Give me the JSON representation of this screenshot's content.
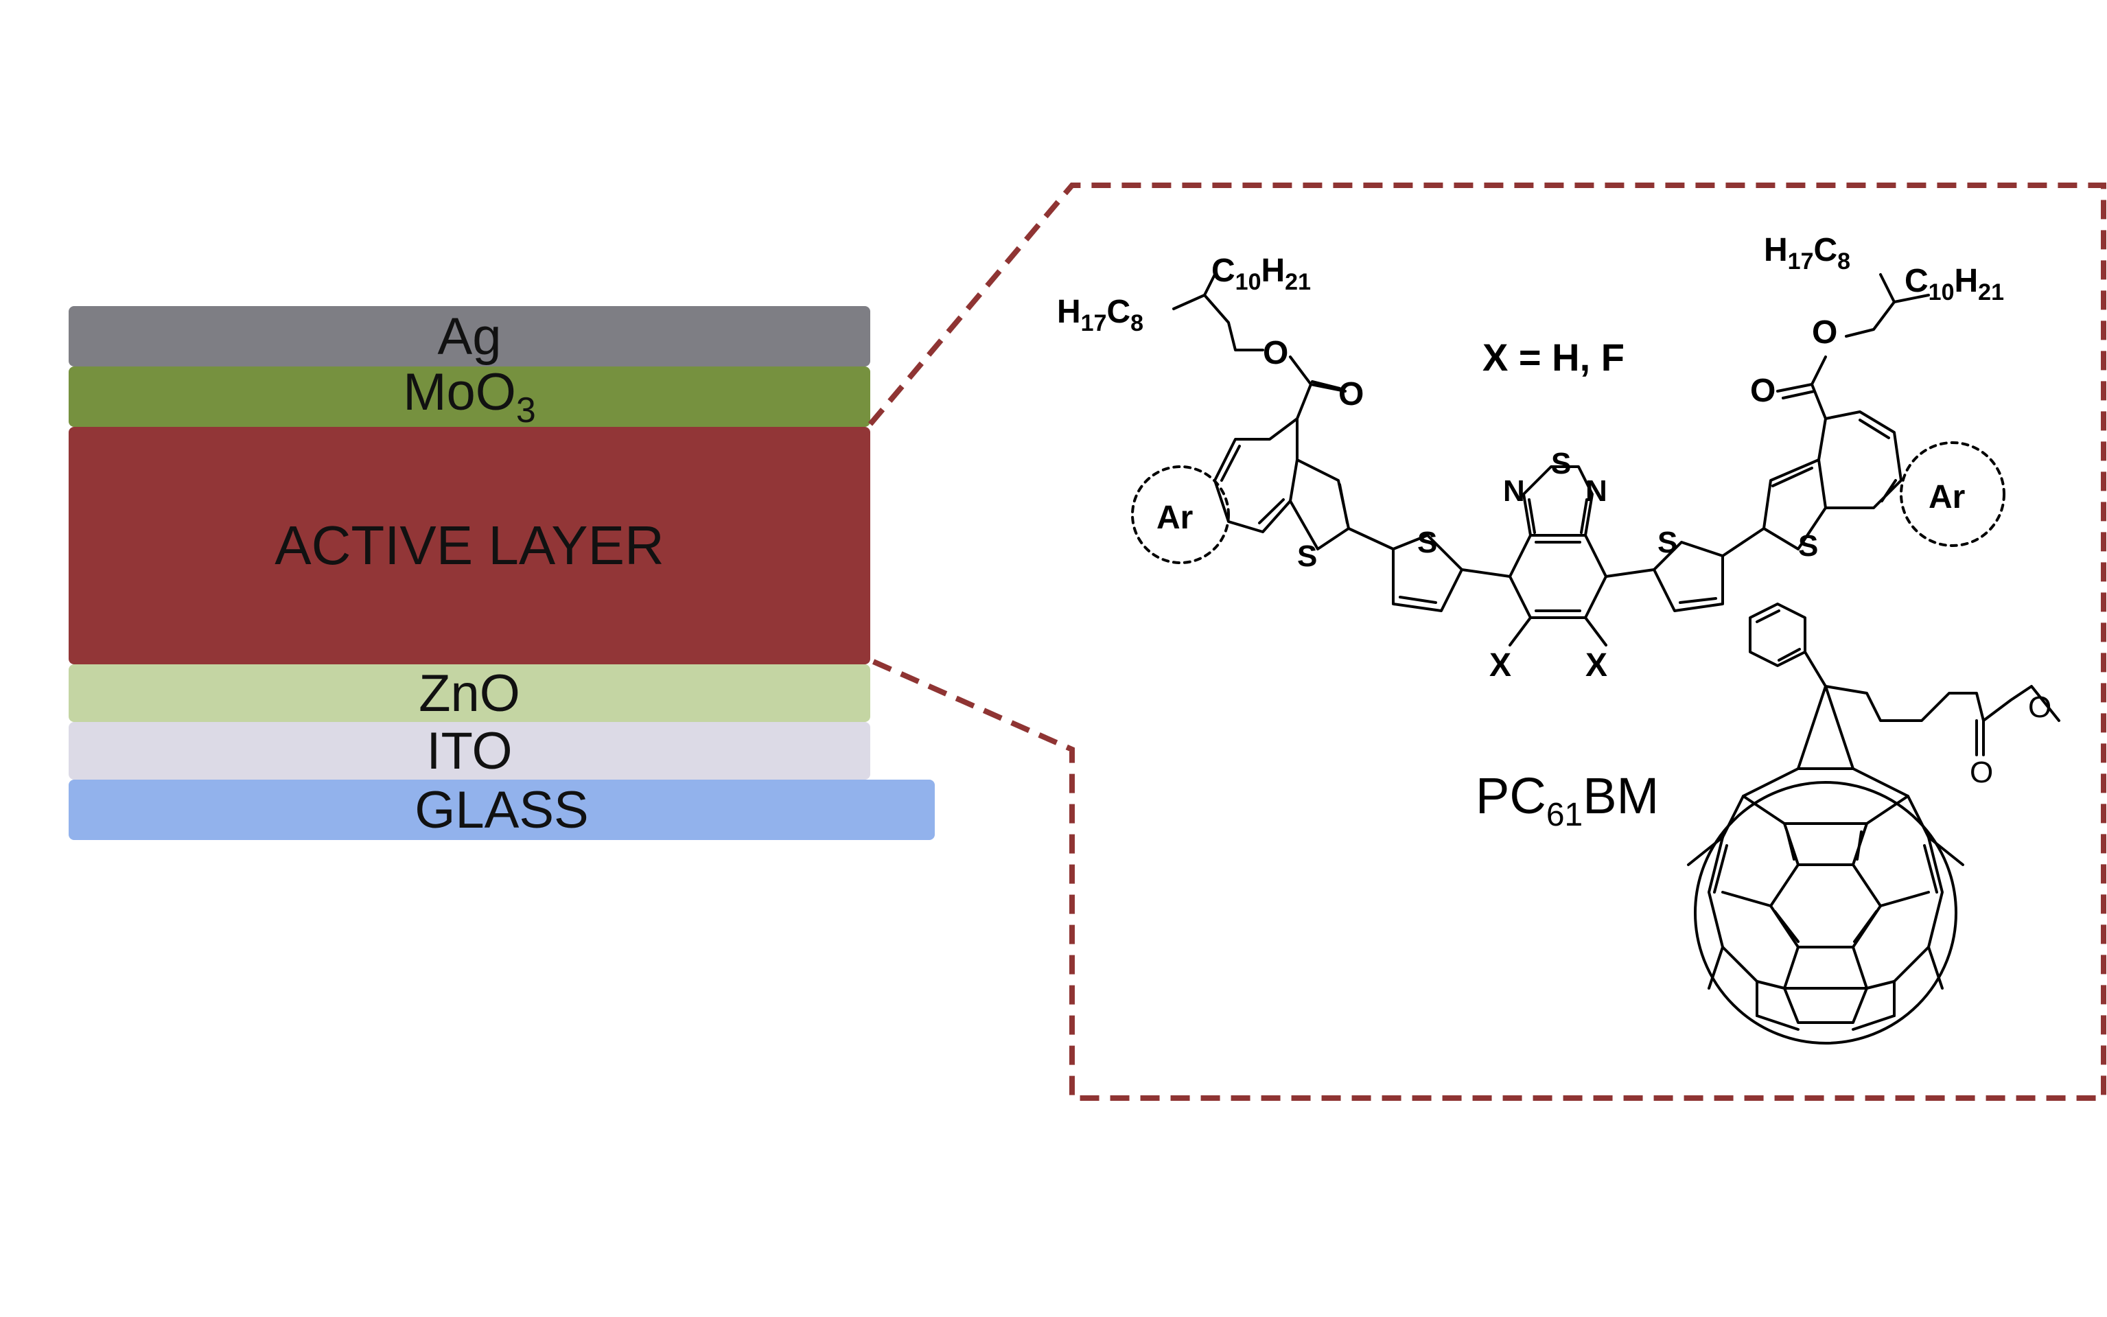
{
  "colors": {
    "ag": "#7e7e84",
    "moo3": "#76913f",
    "active": "#923637",
    "zno": "#c4d5a3",
    "ito": "#dcdae6",
    "glass": "#92b2ec",
    "zoom_frame": "#8f3433"
  },
  "device_stack": [
    {
      "id": "ag",
      "label": "Ag",
      "sub": ""
    },
    {
      "id": "moo3",
      "label": "MoO",
      "sub": "3"
    },
    {
      "id": "active",
      "label": "ACTIVE LAYER",
      "sub": ""
    },
    {
      "id": "zno",
      "label": "ZnO",
      "sub": ""
    },
    {
      "id": "ito",
      "label": "ITO",
      "sub": ""
    },
    {
      "id": "glass",
      "label": "GLASS",
      "sub": ""
    }
  ],
  "molecule": {
    "x_definition": "X = H, F",
    "left_chain_branch": {
      "main": "H",
      "s1": "17",
      "mid": "C",
      "s2": "8"
    },
    "left_chain_tip": {
      "main": "C",
      "s1": "10",
      "mid": "H",
      "s2": "21"
    },
    "right_chain_branch": {
      "main": "H",
      "s1": "17",
      "mid": "C",
      "s2": "8"
    },
    "right_chain_tip": {
      "main": "C",
      "s1": "10",
      "mid": "H",
      "s2": "21"
    },
    "atoms": {
      "oxygen": "O",
      "sulfur": "S",
      "nitrogen": "N",
      "substituent_x": "X",
      "aryl": "Ar"
    }
  },
  "acceptor": {
    "main": "PC",
    "sub": "61",
    "tail": "BM"
  }
}
